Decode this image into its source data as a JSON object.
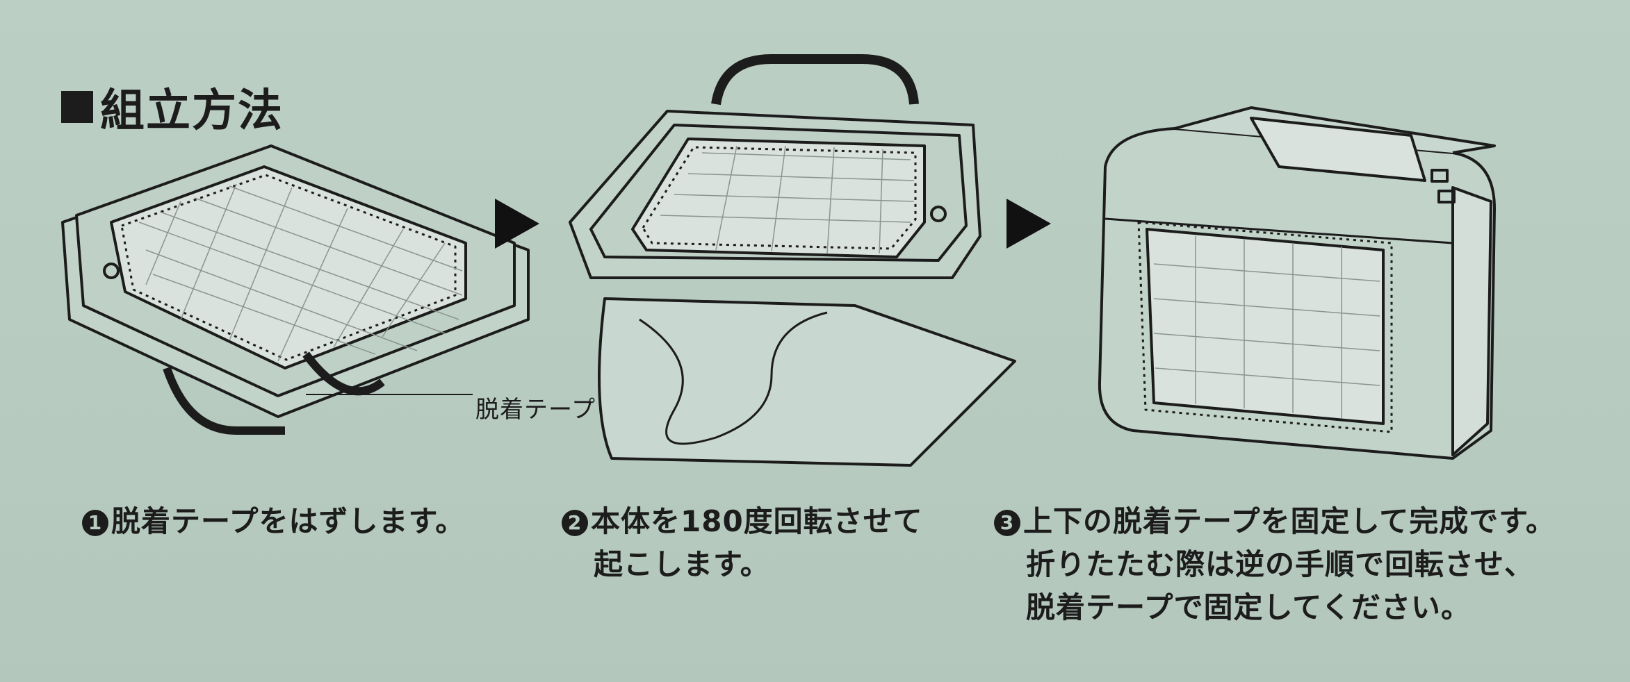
{
  "heading": {
    "title": "組立方法"
  },
  "callout": {
    "tape_label": "脱着テープ"
  },
  "steps": [
    {
      "number": "1",
      "lines": [
        "脱着テープをはずします。"
      ]
    },
    {
      "number": "2",
      "lines": [
        "本体を180度回転させて",
        "起こします。"
      ]
    },
    {
      "number": "3",
      "lines": [
        "上下の脱着テープを固定して完成です。",
        "折りたたむ際は逆の手順で回転させ、",
        "脱着テープで固定してください。"
      ]
    }
  ],
  "colors": {
    "background": "#b9ccc2",
    "ink": "#1c1c1c",
    "mesh": "#d9e2dd"
  }
}
